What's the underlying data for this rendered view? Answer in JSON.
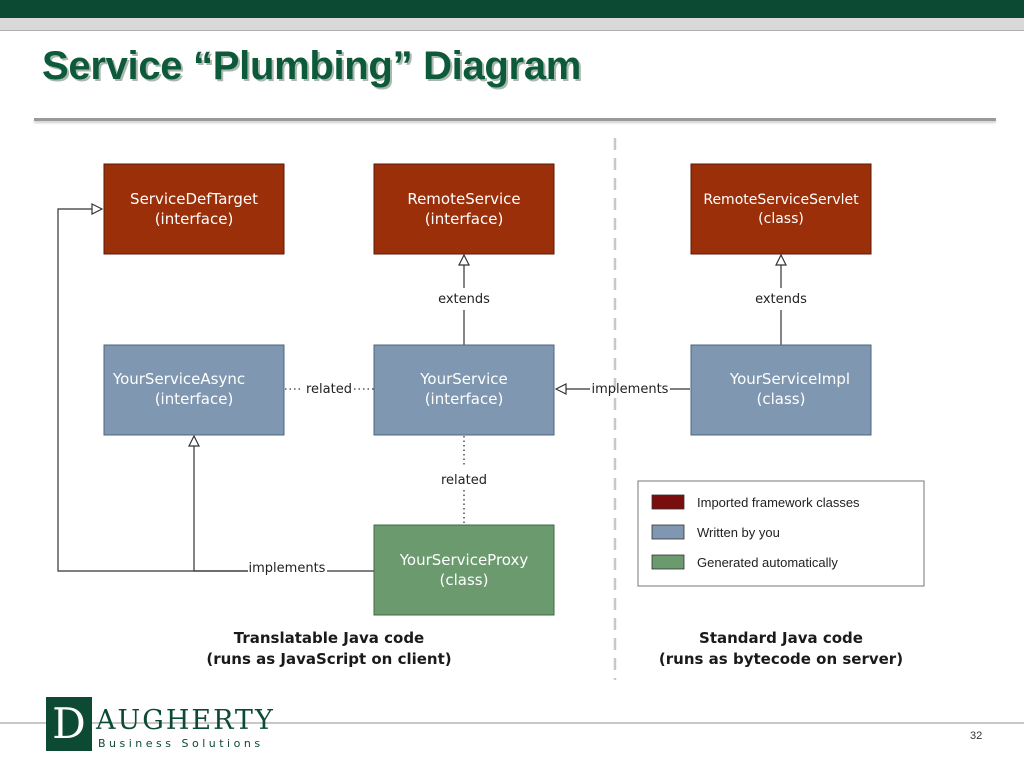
{
  "title": "Service “Plumbing” Diagram",
  "colors": {
    "framework": "#9b2f0a",
    "written": "#7f97b1",
    "generated": "#6b9a6e",
    "brand_green": "#0d4a34"
  },
  "boxes": {
    "service_def_target": {
      "name": "ServiceDefTarget",
      "kind": "(interface)"
    },
    "remote_service": {
      "name": "RemoteService",
      "kind": "(interface)"
    },
    "remote_service_servlet": {
      "name": "RemoteServiceServlet",
      "kind": "(class)"
    },
    "your_service_async": {
      "name": "YourServiceAsync",
      "kind": "(interface)"
    },
    "your_service": {
      "name": "YourService",
      "kind": "(interface)"
    },
    "your_service_impl": {
      "name": "YourServiceImpl",
      "kind": "(class)"
    },
    "your_service_proxy": {
      "name": "YourServiceProxy",
      "kind": "(class)"
    }
  },
  "labels": {
    "extends_left": "extends",
    "extends_right": "extends",
    "related_horizontal": "related",
    "related_vertical": "related",
    "implements_right": "implements",
    "implements_bottom": "implements"
  },
  "legend": {
    "framework": "Imported framework classes",
    "written": "Written by you",
    "generated": "Generated automatically"
  },
  "captions": {
    "left_line1": "Translatable Java code",
    "left_line2": "(runs as JavaScript on client)",
    "right_line1": "Standard Java code",
    "right_line2": "(runs as bytecode on server)"
  },
  "footer": {
    "logo_letter": "D",
    "logo_name": "AUGHERTY",
    "logo_sub": "Business Solutions",
    "page_number": "32"
  }
}
